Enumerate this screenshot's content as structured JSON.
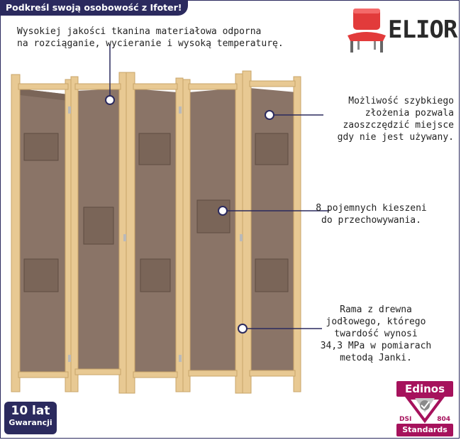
{
  "banner": {
    "text": "Podkreśl swoją osobowość z Ifoter!"
  },
  "logo": {
    "text": "ELIOR",
    "icon": "red-chair-icon"
  },
  "features": [
    {
      "text": "Wysokiej jakości tkanina materiałowa odporna\nna rozciąganie, wycieranie i wysoką temperaturę."
    },
    {
      "text": "Możliwość szybkiego\nzłożenia pozwala\nzaoszczędzić miejsce\ngdy nie jest używany."
    },
    {
      "text": "8 pojemnych kieszeni\ndo przechowywania."
    },
    {
      "text": "Rama z drewna\njodłowego, którego\ntwardość wynosi\n34,3 MPa w pomiarach\nmetodą Janki."
    }
  ],
  "warranty": {
    "years": "10 lat",
    "label": "Gwarancji"
  },
  "certificate": {
    "brand": "Edinos",
    "dsi": "DSI",
    "number": "804",
    "standards": "Standards"
  },
  "colors": {
    "navy": "#2b2a5e",
    "fabric": "#8a7467",
    "wood": "#e8c993",
    "magenta": "#a6125c",
    "red": "#e23b3b"
  }
}
